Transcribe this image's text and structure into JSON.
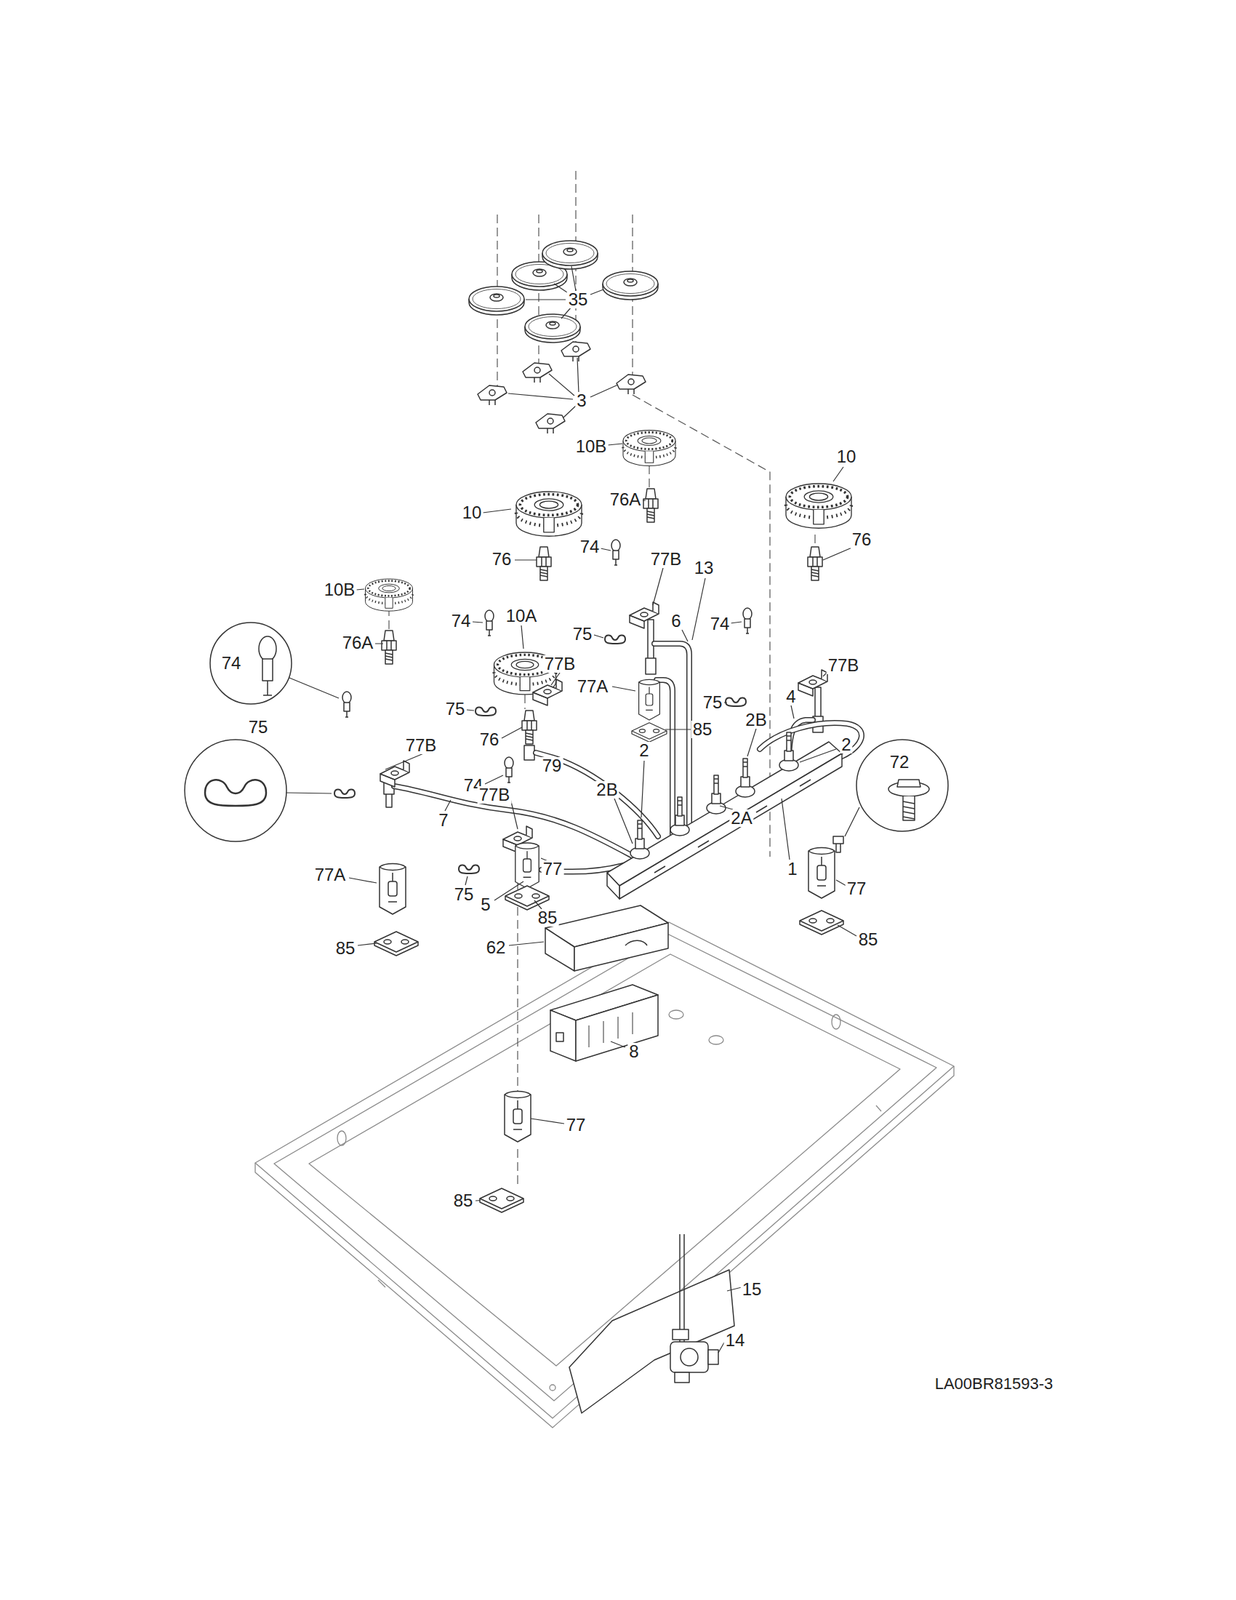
{
  "diagram": {
    "labels": [
      "35",
      "3",
      "10B",
      "10",
      "76A",
      "10",
      "76",
      "74",
      "77B",
      "13",
      "76",
      "10B",
      "10A",
      "74",
      "6",
      "74",
      "75",
      "76A",
      "74",
      "77B",
      "77B",
      "77A",
      "4",
      "75",
      "75",
      "2B",
      "75",
      "85",
      "76",
      "2",
      "77B",
      "2",
      "72",
      "79",
      "74",
      "2B",
      "77B",
      "2A",
      "7",
      "77",
      "1",
      "77A",
      "77",
      "75",
      "5",
      "85",
      "85",
      "62",
      "85",
      "8",
      "77",
      "85",
      "15",
      "14",
      "LA00BR81593-3"
    ]
  }
}
